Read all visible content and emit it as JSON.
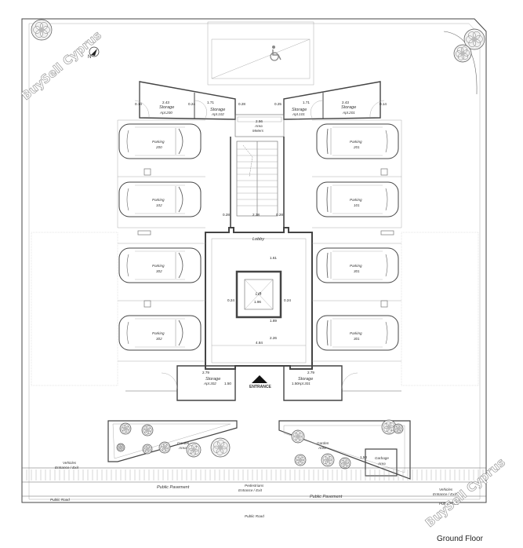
{
  "caption": "Ground Floor",
  "watermark": "BuySell Cyprus",
  "compass": "N",
  "labels": {
    "storage_200": [
      "Storage",
      "Apt.200"
    ],
    "storage_102": [
      "Storage",
      "Apt.102"
    ],
    "storage_101": [
      "Storage",
      "Apt.101"
    ],
    "storage_201": [
      "Storage",
      "Apt.201"
    ],
    "meters": [
      "Area",
      "Meters"
    ],
    "lobby": "Lobby",
    "lift": "Lift",
    "storage_302": [
      "Storage",
      "Apt.302"
    ],
    "storage_301": [
      "Storage",
      "Apt.301"
    ],
    "entrance": "ENTRANCE",
    "garden_left": [
      "Garden",
      "Area"
    ],
    "garden_right": [
      "Garden",
      "Area"
    ],
    "garbage": [
      "Garbage",
      "Area"
    ],
    "vehicles_left": [
      "Vehicles",
      "Entrance / Exit"
    ],
    "vehicles_right": [
      "Vehicles",
      "Entrance / Exit"
    ],
    "pedestrians": [
      "Pedestrians",
      "Entrance / Exit"
    ],
    "pavement_left": "Public Pavement",
    "pavement_right": "Public Pavement",
    "road_left": "Public Road",
    "road_center": "Public Road",
    "road_right": "Public Road"
  },
  "parking": [
    {
      "id": "200",
      "label": [
        "Parking",
        "200"
      ],
      "side": "left"
    },
    {
      "id": "102",
      "label": [
        "Parking",
        "102"
      ],
      "side": "left"
    },
    {
      "id": "302a",
      "label": [
        "Parking",
        "302"
      ],
      "side": "left"
    },
    {
      "id": "302b",
      "label": [
        "Parking",
        "302"
      ],
      "side": "left"
    },
    {
      "id": "201",
      "label": [
        "Parking",
        "201"
      ],
      "side": "right"
    },
    {
      "id": "101",
      "label": [
        "Parking",
        "101"
      ],
      "side": "right"
    },
    {
      "id": "301a",
      "label": [
        "Parking",
        "301"
      ],
      "side": "right"
    },
    {
      "id": "301b",
      "label": [
        "Parking",
        "301"
      ],
      "side": "right"
    }
  ],
  "dimensions": {
    "d1": "0.14",
    "d2": "2.43",
    "d3": "1.71",
    "d4": "0.24",
    "d5": "0.28",
    "d6": "0.25",
    "d7": "1.71",
    "d8": "2.43",
    "d9": "0.14",
    "d10": "2.56",
    "d11": "0.28",
    "d12": "2.38",
    "d13": "0.28",
    "d14": "1.61",
    "d15": "0.24",
    "d16": "1.96",
    "d17": "0.24",
    "d18": "1.89",
    "d19": "2.26",
    "d20": "4.84",
    "d21": "2.79",
    "d22": "1.50",
    "d23": "2.79",
    "d24": "1.50",
    "d25": "1.50"
  }
}
